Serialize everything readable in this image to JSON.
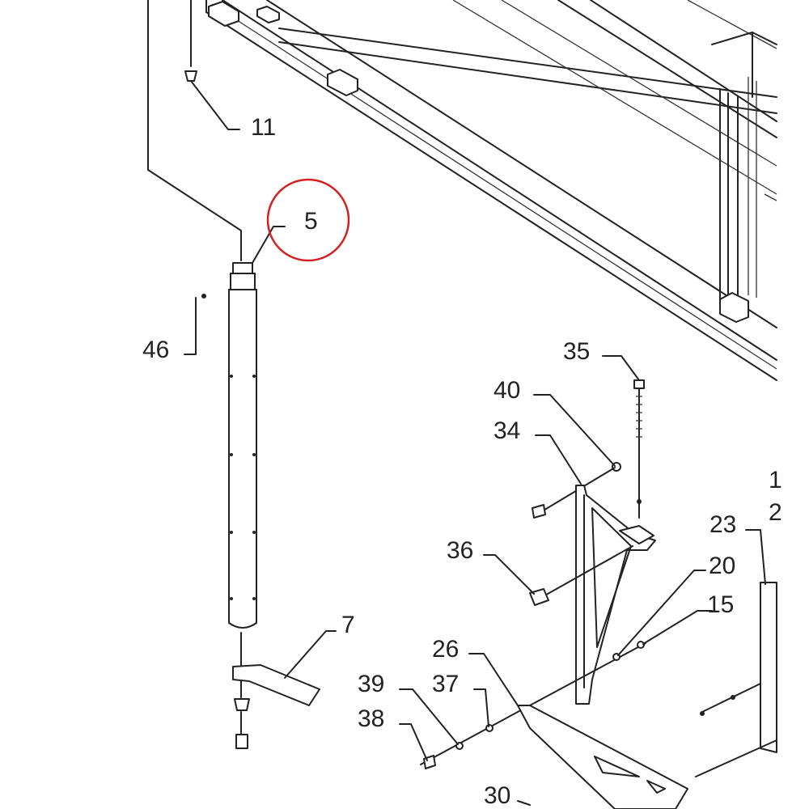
{
  "diagram": {
    "callouts": [
      {
        "id": "11",
        "label": "11"
      },
      {
        "id": "5",
        "label": "5"
      },
      {
        "id": "46",
        "label": "46"
      },
      {
        "id": "35",
        "label": "35"
      },
      {
        "id": "40",
        "label": "40"
      },
      {
        "id": "34",
        "label": "34"
      },
      {
        "id": "36",
        "label": "36"
      },
      {
        "id": "23",
        "label": "23"
      },
      {
        "id": "20",
        "label": "20"
      },
      {
        "id": "15",
        "label": "15"
      },
      {
        "id": "7",
        "label": "7"
      },
      {
        "id": "26",
        "label": "26"
      },
      {
        "id": "39",
        "label": "39"
      },
      {
        "id": "37",
        "label": "37"
      },
      {
        "id": "38",
        "label": "38"
      },
      {
        "id": "30",
        "label": "30"
      },
      {
        "id": "edge-1",
        "label": "1"
      },
      {
        "id": "edge-2",
        "label": "2"
      }
    ],
    "highlighted_callout": "5",
    "highlight_color": "#d32020",
    "line_color": "#222222"
  }
}
